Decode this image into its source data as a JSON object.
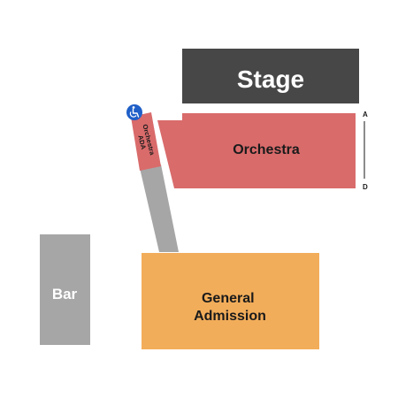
{
  "stage": {
    "label": "Stage",
    "color": "#474747",
    "text_color": "#ffffff"
  },
  "orchestra": {
    "label": "Orchestra",
    "color": "#d96b6b",
    "row_first": "A",
    "row_last": "D"
  },
  "orchestra_ada": {
    "label_line1": "Orchestra",
    "label_line2": "ADA",
    "color": "#d96b6b",
    "icon": "wheelchair-icon",
    "icon_color": "#1f5fc8"
  },
  "walkway": {
    "color": "#a6a6a6"
  },
  "bar": {
    "label": "Bar",
    "color": "#a6a6a6",
    "text_color": "#ffffff"
  },
  "general_admission": {
    "label_line1": "General",
    "label_line2": "Admission",
    "color": "#f2ad5a"
  }
}
